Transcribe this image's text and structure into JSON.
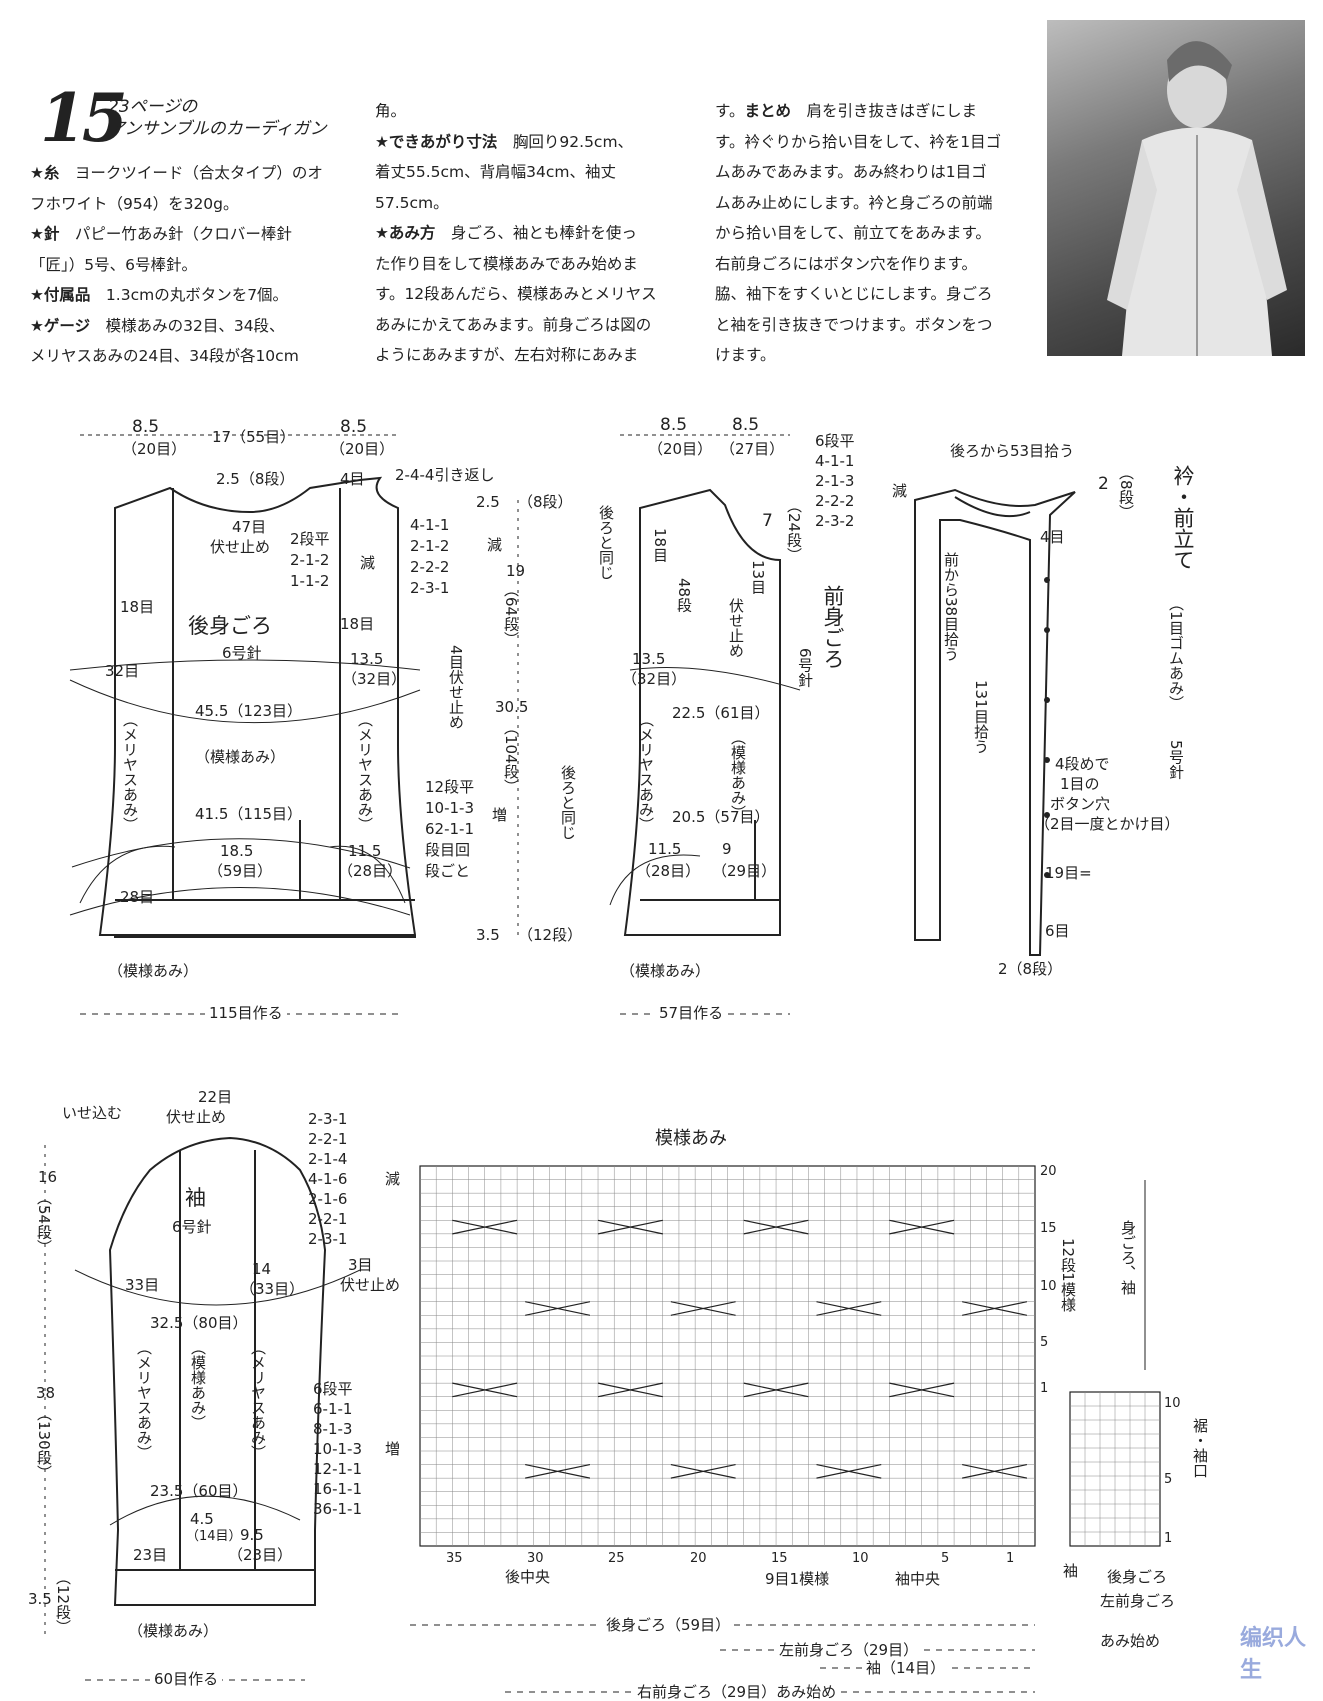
{
  "header": {
    "number": "15",
    "title_line1": "23ページの",
    "title_line2": "アンサンブルのカーディガン"
  },
  "col1": [
    {
      "key": "★糸",
      "text": "ヨークツイード（合太タイプ）のオ"
    },
    {
      "key": "",
      "text": "フホワイト（954）を320g。"
    },
    {
      "key": "★針",
      "text": "パピー竹あみ針（クロバー棒針"
    },
    {
      "key": "",
      "text": "「匠」）5号、6号棒針。"
    },
    {
      "key": "★付属品",
      "text": "1.3cmの丸ボタンを7個。"
    },
    {
      "key": "★ゲージ",
      "text": "模様あみの32目、34段、"
    },
    {
      "key": "",
      "text": "メリヤスあみの24目、34段が各10cm"
    }
  ],
  "col2": [
    {
      "key": "",
      "text": "角。"
    },
    {
      "key": "★できあがり寸法",
      "text": "胸回り92.5cm、"
    },
    {
      "key": "",
      "text": "着丈55.5cm、背肩幅34cm、袖丈"
    },
    {
      "key": "",
      "text": "57.5cm。"
    },
    {
      "key": "★あみ方",
      "text": "身ごろ、袖とも棒針を使っ"
    },
    {
      "key": "",
      "text": "た作り目をして模様あみであみ始めま"
    },
    {
      "key": "",
      "text": "す。12段あんだら、模様あみとメリヤス"
    },
    {
      "key": "",
      "text": "あみにかえてあみます。前身ごろは図の"
    },
    {
      "key": "",
      "text": "ようにあみますが、左右対称にあみま"
    }
  ],
  "col3": [
    {
      "key": "",
      "text": "す。"
    },
    {
      "key": "まとめ",
      "text": "肩を引き抜きはぎにしま"
    },
    {
      "key": "",
      "text": "す。衿ぐりから拾い目をして、衿を1目ゴ"
    },
    {
      "key": "",
      "text": "ムあみであみます。あみ終わりは1目ゴ"
    },
    {
      "key": "",
      "text": "ムあみ止めにします。衿と身ごろの前端"
    },
    {
      "key": "",
      "text": "から拾い目をして、前立てをあみます。"
    },
    {
      "key": "",
      "text": "右前身ごろにはボタン穴を作ります。"
    },
    {
      "key": "",
      "text": "脇、袖下をすくいとじにします。身ごろ"
    },
    {
      "key": "",
      "text": "と袖を引き抜きでつけます。ボタンをつ"
    },
    {
      "key": "",
      "text": "けます。"
    }
  ],
  "back": {
    "w_left": "8.5",
    "w_left_st": "（20目）",
    "w_mid": "17（55目）",
    "w_right": "8.5",
    "w_right_st": "（20目）",
    "neck": "2.5（8段）",
    "neck_st": "4目",
    "short_rows": "2-4-4引き返し",
    "bind": "47目",
    "bind2": "伏せ止め",
    "neck_dec": [
      "2段平",
      "2-1-2",
      "1-1-2"
    ],
    "dec": "減",
    "arm_dec": [
      "4-1-1",
      "2-1-2",
      "2-2-2",
      "2-3-1"
    ],
    "title": "後身ごろ",
    "needle": "6号針",
    "st18l": "18目",
    "st18r": "18目",
    "st32": "32目",
    "w135": "13.5",
    "w135_st": "（32目）",
    "bind4": "4目伏せ止め",
    "w455": "45.5（123目）",
    "pattern": "（模様あみ）",
    "stockinette": "（メリヤスあみ）",
    "inc": [
      "12段平",
      "10-1-3",
      "62-1-1",
      "段目回"
    ],
    "inc2": "段ごと",
    "inc_lbl": "増",
    "w415": "41.5（115目）",
    "w185": "18.5",
    "w185_st": "（59目）",
    "w115": "11.5",
    "w115_st": "（28目）",
    "st28": "28目",
    "hem": "（模様あみ）",
    "cast": "115目作る",
    "h25": "2.5",
    "h25_r": "（8段）",
    "h19": "19",
    "h19_r": "（64段）",
    "h305": "30.5",
    "h305_r": "（104段）",
    "h35": "3.5",
    "h35_r": "（12段）"
  },
  "front": {
    "w1": "8.5",
    "w1_st": "（20目）",
    "w2": "8.5",
    "w2_st": "（27目）",
    "neck_dec": [
      "6段平",
      "4-1-1",
      "2-1-3",
      "2-2-2",
      "2-3-2"
    ],
    "dec": "減",
    "h7": "7",
    "h7_r": "（24段）",
    "same": "後ろと同じ",
    "st18": "18目",
    "st48": "48段",
    "st13": "13目",
    "bind": "伏せ止め",
    "title": "前身ごろ",
    "needle": "6号針",
    "w135": "13.5",
    "w135_st": "（32目）",
    "w225": "22.5（61目）",
    "pattern": "（模様あみ）",
    "stockinette": "（メリヤスあみ）",
    "same2": "後ろと同じ",
    "w205": "20.5（57目）",
    "w115": "11.5",
    "w115_st": "（28目）",
    "w9": "9",
    "w9_st": "（29目）",
    "hem": "（模様あみ）",
    "cast": "57目作る"
  },
  "collar": {
    "pick_back": "後ろから53目拾う",
    "h2": "2",
    "h2_r": "（8段）",
    "st4": "4目",
    "pick_front": "前から38目拾う",
    "pick131": "131目拾う",
    "title": "衿・前立て",
    "rib": "（1目ゴムあみ）",
    "needle": "5号針",
    "buttonhole": [
      "4段めで",
      "1目の",
      "ボタン穴",
      "（2目一度とかけ目）"
    ],
    "st19": "19目=",
    "st6": "6目",
    "bottom": "2（8段）"
  },
  "sleeve": {
    "ease": "いせ込む",
    "bind22": "22目",
    "bind22b": "伏せ止め",
    "dec": [
      "2-3-1",
      "2-2-1",
      "2-1-4",
      "4-1-6",
      "2-1-6",
      "2-2-1",
      "2-3-1"
    ],
    "dec_lbl": "減",
    "title": "袖",
    "needle": "6号針",
    "st33": "33目",
    "w14": "14",
    "w14_st": "（33目）",
    "bind3": "3目",
    "bind3b": "伏せ止め",
    "w325": "32.5（80目）",
    "stockinette": "（メリヤスあみ）",
    "pattern": "（模様あみ）",
    "inc": [
      "6段平",
      "6-1-1",
      "8-1-3",
      "10-1-3",
      "12-1-1",
      "16-1-1",
      "36-1-1"
    ],
    "inc_lbl": "増",
    "w235": "23.5（60目）",
    "w45": "4.5",
    "w45_st": "（14目）",
    "w95": "9.5",
    "w95_st": "（23目）",
    "st23": "23目",
    "hem": "（模様あみ）",
    "cast": "60目作る",
    "h16": "16",
    "h16_r": "（54段）",
    "h38": "38",
    "h38_r": "（130段）",
    "h35": "3.5",
    "h35_r": "（12段）"
  },
  "chart": {
    "title": "模様あみ",
    "rows": [
      "20",
      "15",
      "10",
      "5",
      "1"
    ],
    "cols": [
      "35",
      "30",
      "25",
      "20",
      "15",
      "10",
      "5",
      "1"
    ],
    "repeat_rows": "12段1模様",
    "right_label": "身ごろ、袖",
    "back_center": "後中央",
    "repeat": "9目1模様",
    "sleeve_center": "袖中央",
    "back": "後身ごろ（59目）",
    "left_front": "左前身ごろ（29目）",
    "sleeve": "袖（14目）",
    "right_front": "右前身ごろ（29目）あみ始め",
    "hem_rows": [
      "10",
      "5",
      "1"
    ],
    "hem_label": "裾・袖口",
    "hem_sleeve": "袖",
    "hem_back": "後身ごろ",
    "hem_front": "左前身ごろ",
    "hem_start": "あみ始め"
  },
  "watermark": "编织人生"
}
